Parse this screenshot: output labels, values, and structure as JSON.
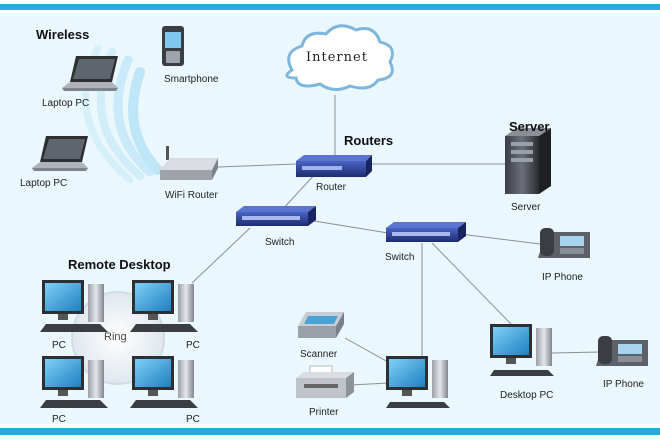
{
  "titles": {
    "wireless": "Wireless",
    "routers": "Routers",
    "server": "Server",
    "remote_desktop": "Remote Desktop"
  },
  "cloud": {
    "label": "Internet"
  },
  "devices": {
    "laptop_1": "Laptop PC",
    "laptop_2": "Laptop PC",
    "smartphone": "Smartphone",
    "wifi_router": "WiFi Router",
    "router": "Router",
    "server": "Server",
    "switch_1": "Switch",
    "switch_2": "Switch",
    "ip_phone_1": "IP Phone",
    "ip_phone_2": "IP Phone",
    "desktop_pc": "Desktop PC",
    "scanner": "Scanner",
    "printer": "Printer",
    "pc_1": "PC",
    "pc_2": "PC",
    "pc_3": "PC",
    "pc_4": "PC"
  },
  "ring": {
    "label": "Ring"
  },
  "colors": {
    "frame": "#2aa9e0",
    "background": "#eaf7fd",
    "device_blue": "#2a3f8f",
    "monitor_screen": "#3da7e6",
    "wifi_wave": "#bfe6f7"
  }
}
